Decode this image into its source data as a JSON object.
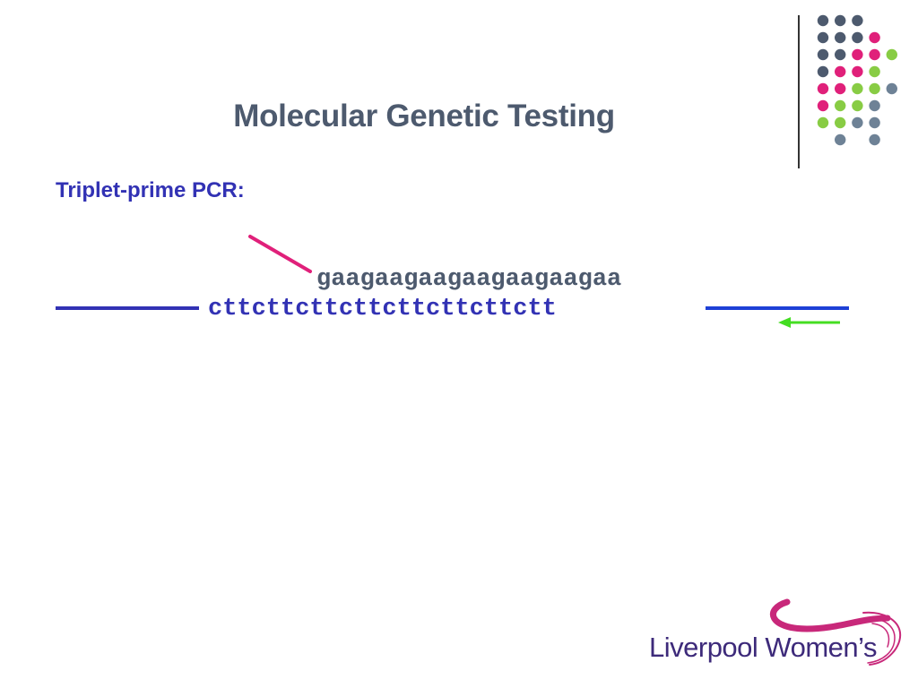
{
  "slide": {
    "title": "Molecular Genetic Testing",
    "subtitle": "Triplet-prime PCR:"
  },
  "diagram": {
    "top_strand": "gaagaagaagaagaagaagaa",
    "bottom_strand": "cttcttcttcttcttcttcttctt"
  },
  "logo": {
    "text": "Liverpool Women’s"
  },
  "colors": {
    "title": "#4d5a6e",
    "subtitle": "#3232b4",
    "strand_blue": "#3232b4",
    "primer_magenta": "#e0207a",
    "arrow_green": "#44dd22",
    "dot_grey": "#4d5a6e",
    "dot_slate": "#6e8296",
    "dot_pink": "#e0207a",
    "dot_green": "#88cc44"
  },
  "decoration": {
    "dot_grid_icon": "dot-grid-icon",
    "dot_rows": [
      [
        "grey",
        "grey",
        "grey",
        "none"
      ],
      [
        "grey",
        "grey",
        "grey",
        "pink"
      ],
      [
        "grey",
        "grey",
        "pink",
        "pink",
        "green"
      ],
      [
        "grey",
        "pink",
        "pink",
        "green"
      ],
      [
        "pink",
        "pink",
        "green",
        "green",
        "slate"
      ],
      [
        "pink",
        "green",
        "green",
        "slate"
      ],
      [
        "green",
        "green",
        "slate",
        "slate"
      ],
      [
        "none",
        "slate",
        "none",
        "slate"
      ]
    ]
  }
}
